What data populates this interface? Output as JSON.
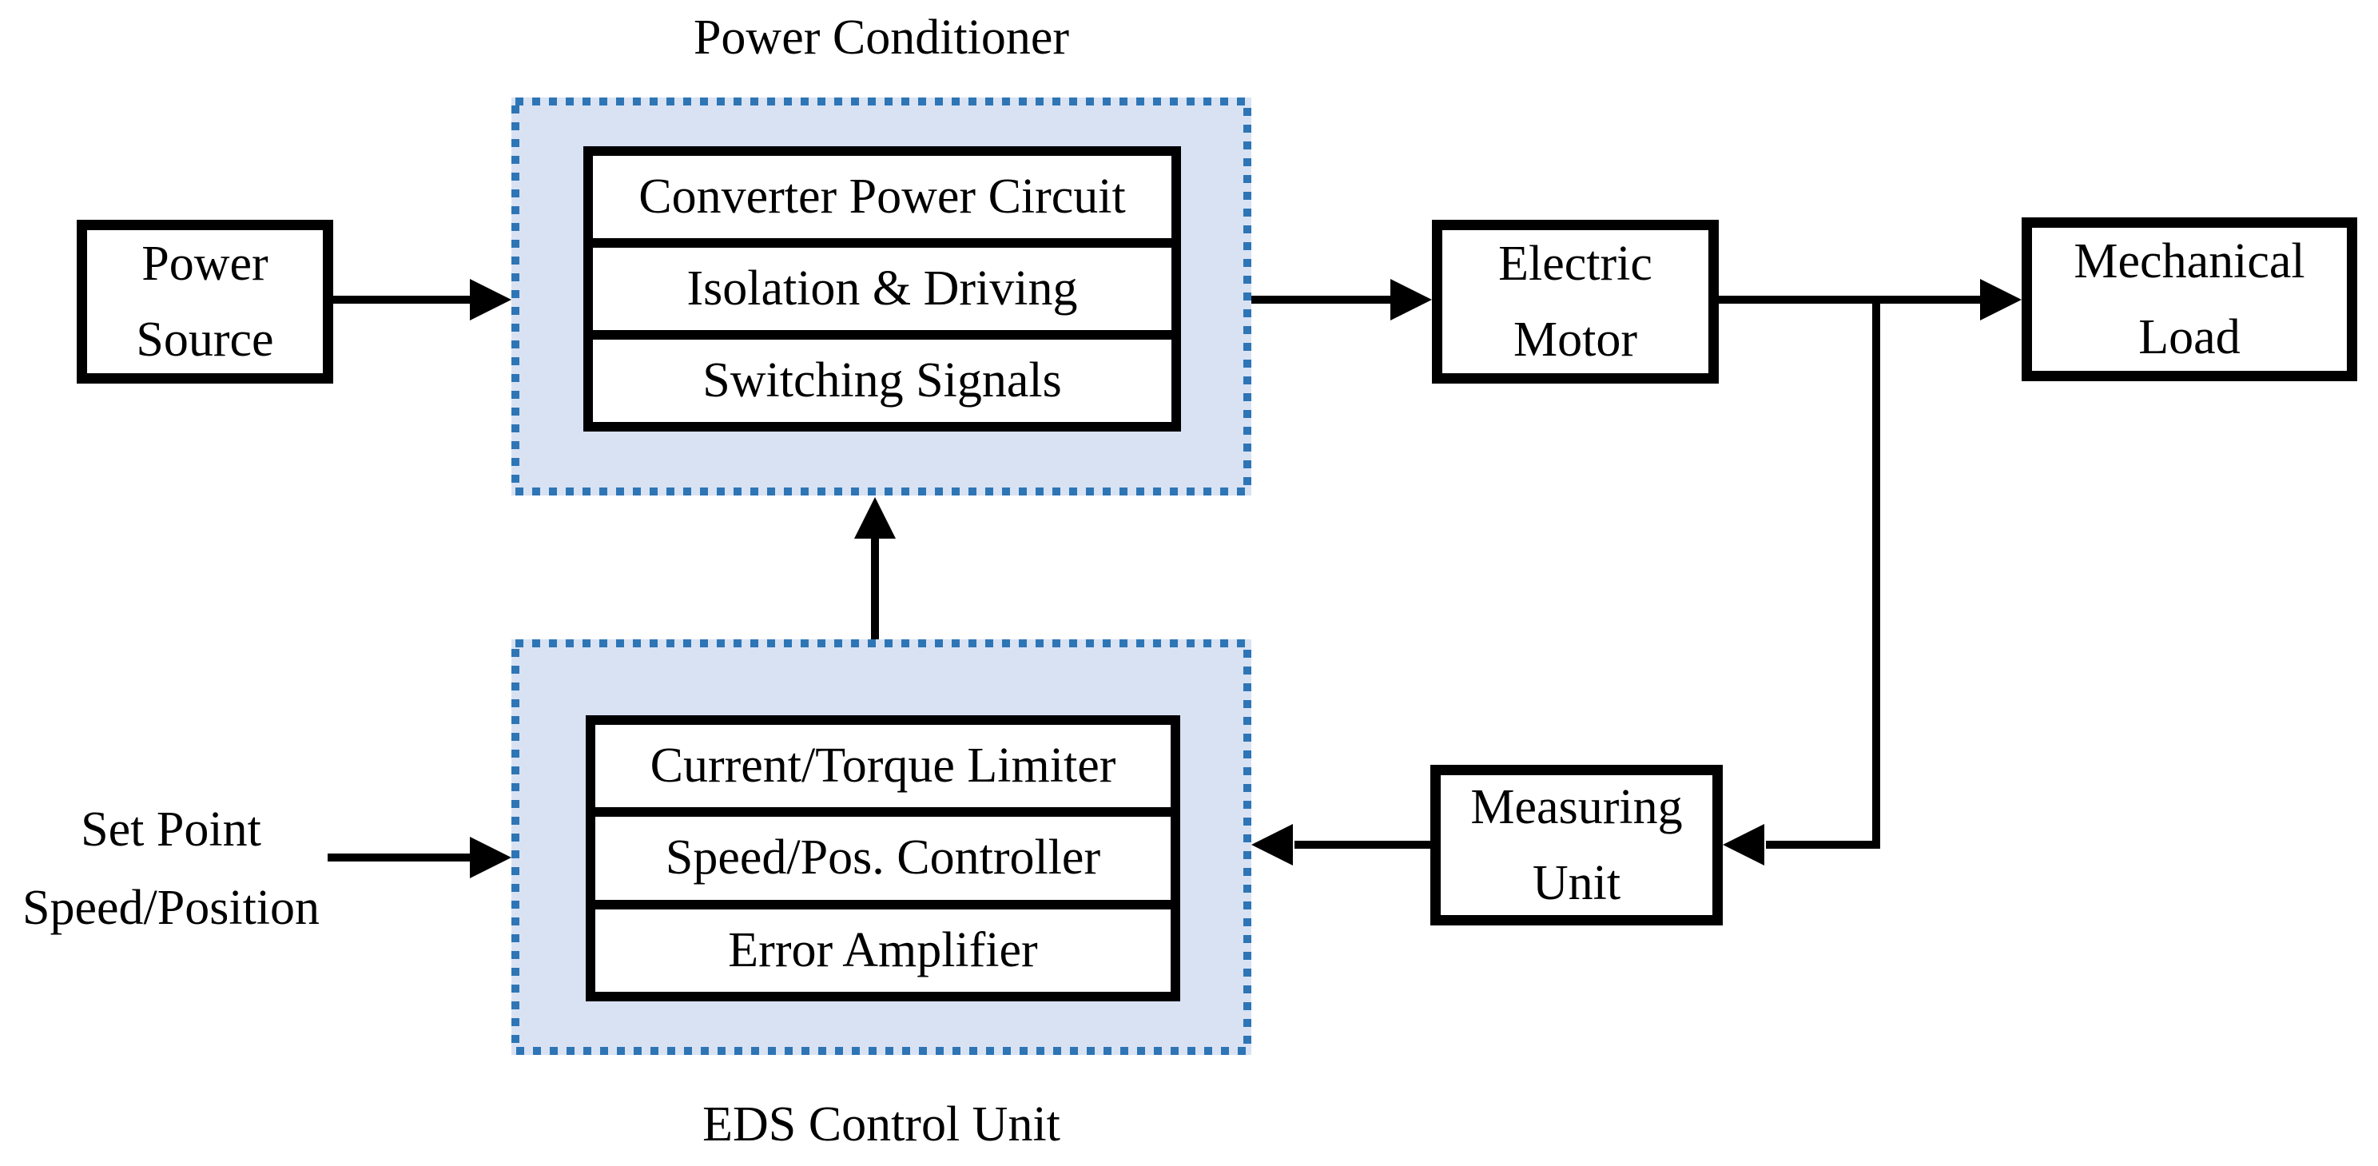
{
  "titles": {
    "power_conditioner": "Power Conditioner",
    "eds_control_unit": "EDS Control Unit"
  },
  "power_conditioner": {
    "modules": [
      "Converter Power Circuit",
      "Isolation & Driving",
      "Switching Signals"
    ]
  },
  "eds_control_unit": {
    "modules": [
      "Current/Torque Limiter",
      "Speed/Pos. Controller",
      "Error Amplifier"
    ]
  },
  "blocks": {
    "power_source": {
      "line1": "Power",
      "line2": "Source"
    },
    "electric_motor": {
      "line1": "Electric",
      "line2": "Motor"
    },
    "mechanical_load": {
      "line1": "Mechanical",
      "line2": "Load"
    },
    "measuring_unit": {
      "line1": "Measuring",
      "line2": "Unit"
    }
  },
  "set_point": {
    "line1": "Set Point",
    "line2": "Speed/Position"
  },
  "colors": {
    "container_fill": "#D9E2F3",
    "container_border": "#2E75B6",
    "line": "#000000",
    "box_fill": "#FFFFFF",
    "text": "#000000"
  }
}
